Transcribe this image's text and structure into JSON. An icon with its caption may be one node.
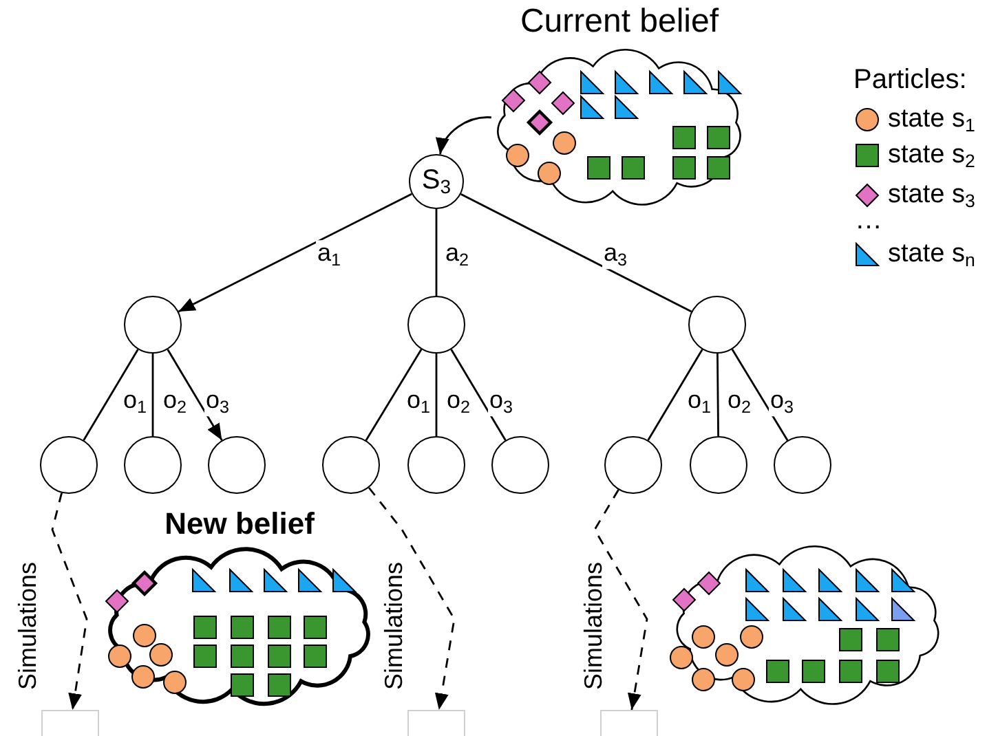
{
  "diagram": {
    "nodes": [
      {
        "text": [
          "S$_{3}$"
        ]
      },
      {
        "text": [
          "Current belief"
        ]
      },
      {
        "text": [],
        "shape": "circle"
      },
      {
        "text": [],
        "shape": "circle"
      },
      {
        "text": [],
        "shape": "circle"
      },
      {
        "text": [],
        "shape": "circle"
      },
      {
        "text": [],
        "shape": "circle"
      },
      {
        "text": [],
        "shape": "circle"
      },
      {
        "text": [],
        "shape": "circle"
      },
      {
        "text": [],
        "shape": "circle"
      },
      {
        "text": [],
        "shape": "circle"
      },
      {
        "text": [],
        "shape": "circle"
      },
      {
        "text": [],
        "shape": "circle"
      },
      {
        "text": [],
        "shape": "circle"
      },
      {
        "text": [
          "New belief"
        ]
      },
      {
        "text": [],
        "shape": "cloud"
      },
      {
        "text": [],
        "shape": "box"
      },
      {
        "text": [],
        "shape": "box"
      },
      {
        "text": [],
        "shape": "box"
      }
    ],
    "edges": [
      {
        "from": 1,
        "to": 0,
        "arrow": "to"
      },
      {
        "from": 0,
        "to": 2,
        "label": "a$_{1}$",
        "arrow": "to"
      },
      {
        "from": 0,
        "to": 3,
        "label": "a$_{2}$",
        "arrow": "none"
      },
      {
        "from": 0,
        "to": 4,
        "label": "a$_{3}$",
        "arrow": "none"
      },
      {
        "from": 2,
        "to": 5,
        "label": "o$_{1}$",
        "arrow": "none"
      },
      {
        "from": 2,
        "to": 6,
        "label": "o$_{2}$",
        "arrow": "none"
      },
      {
        "from": 2,
        "to": 7,
        "label": "o$_{3}$",
        "arrow": "to"
      },
      {
        "from": 3,
        "to": 8,
        "label": "o$_{1}$",
        "arrow": "none"
      },
      {
        "from": 3,
        "to": 9,
        "label": "o$_{2}$",
        "arrow": "none"
      },
      {
        "from": 3,
        "to": 10,
        "label": "o$_{3}$",
        "arrow": "none"
      },
      {
        "from": 4,
        "to": 11,
        "label": "o$_{1}$",
        "arrow": "none"
      },
      {
        "from": 4,
        "to": 12,
        "label": "o$_{2}$",
        "arrow": "none"
      },
      {
        "from": 4,
        "to": 13,
        "label": "o$_{3}$",
        "arrow": "none"
      },
      {
        "from": 5,
        "to": 16,
        "arrow": "to",
        "style": "dashed"
      },
      {
        "from": 8,
        "to": 17,
        "arrow": "to",
        "style": "dashed"
      },
      {
        "from": 11,
        "to": 18,
        "arrow": "to",
        "style": "dashed"
      }
    ],
    "labels": [
      "Particles:",
      "…",
      "Simulations",
      "Simulations",
      "Simulations"
    ],
    "legend": [
      {
        "text": "state s$_{1}$",
        "color": "#f7a56b"
      },
      {
        "text": "state s$_{2}$",
        "color": "#3a962e"
      },
      {
        "text": "state s$_{3}$",
        "color": "#e272c4"
      },
      {
        "text": "state s$_{n}$",
        "color": "#1ba6f2"
      }
    ]
  }
}
